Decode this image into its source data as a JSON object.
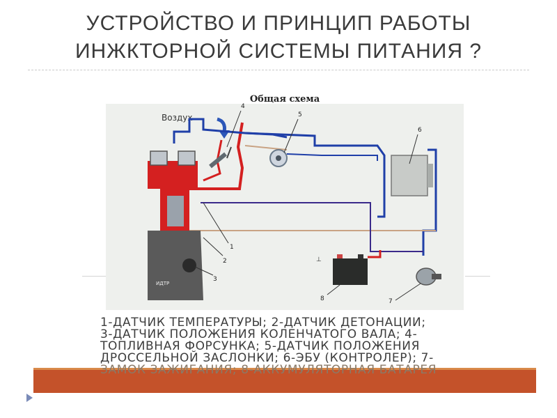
{
  "title": {
    "line1": "УСТРОЙСТВО И ПРИНЦИП РАБОТЫ",
    "line2": "ИНЖКТОРНОЙ СИСТЕМЫ ПИТАНИЯ ?"
  },
  "diagram": {
    "heading": "Общая схема",
    "air_label": "Воздух",
    "engine_mark": "ИДТР",
    "numbers": [
      "1",
      "2",
      "3",
      "4",
      "5",
      "6",
      "7",
      "8"
    ]
  },
  "caption": {
    "lines": [
      " 1-ДАТЧИК ТЕМПЕРАТУРЫ; 2-ДАТЧИК ДЕТОНАЦИИ;",
      "3-ДАТЧИК ПОЛОЖЕНИЯ КОЛЕНЧАТОГО ВАЛА; 4-",
      "ТОПЛИВНАЯ ФОРСУНКА; 5-ДАТЧИК ПОЛОЖЕНИЯ",
      "ДРОССЕЛЬНОЙ ЗАСЛОНКИ; 6-ЭБУ (КОНТРОЛЕР); 7-",
      "ЗАМОК ЗАЖИГАНИЯ; 8-АККУМУЛЯТОРНАЯ БАТАРЕЯ"
    ]
  },
  "colors": {
    "title": "#3a3a3a",
    "accent_bar": "#c4522a",
    "wire_red": "#d42020",
    "wire_blue": "#1f3fa8",
    "wire_tan": "#c9a384"
  }
}
